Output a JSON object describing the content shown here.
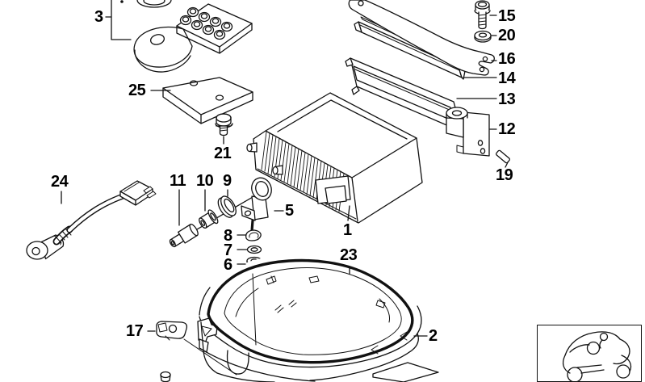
{
  "diagram": {
    "kind": "exploded-parts-diagram",
    "callouts": {
      "p1": "1",
      "p2": "2",
      "p3": "3",
      "p5": "5",
      "p6": "6",
      "p7": "7",
      "p8": "8",
      "p9": "9",
      "p10": "10",
      "p11": "11",
      "p12": "12",
      "p13": "13",
      "p14": "14",
      "p15": "15",
      "p16": "16",
      "p17": "17",
      "p19": "19",
      "p20": "20",
      "p21": "21",
      "p23": "23",
      "p24": "24",
      "p25": "25"
    },
    "colors": {
      "line": "#111111",
      "seal": "#1f1f1f",
      "thumb_line": "#b3b3b3",
      "thumb_border": "#a6a6a6",
      "marker_dot": "#000000",
      "background": "#ffffff"
    },
    "thumbnail": {
      "icon": "scooter-side-icon",
      "marker": "part-location-dot"
    }
  }
}
